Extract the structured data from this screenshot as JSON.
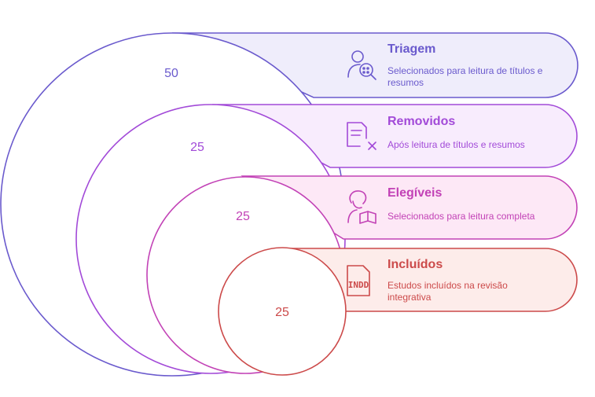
{
  "stages": [
    {
      "key": "triagem",
      "count": "50",
      "title": "Triagem",
      "desc_lines": [
        "Selecionados para leitura de títulos e",
        "resumos"
      ],
      "icon": "person-search-icon",
      "color": "#6a5acd",
      "fill": "#efedfb"
    },
    {
      "key": "removidos",
      "count": "25",
      "title": "Removidos",
      "desc_lines": [
        "Após leitura de títulos e resumos"
      ],
      "icon": "document-remove-icon",
      "color": "#a24ad8",
      "fill": "#f8ecfd"
    },
    {
      "key": "elegiveis",
      "count": "25",
      "title": "Elegíveis",
      "desc_lines": [
        "Selecionados para leitura completa"
      ],
      "icon": "person-reading-icon",
      "color": "#c242b6",
      "fill": "#fde8f6"
    },
    {
      "key": "incluidos",
      "count": "25",
      "title": "Incluídos",
      "desc_lines": [
        "Estudos incluídos na revisão",
        "integrativa"
      ],
      "icon": "indd-file-icon",
      "icon_text": "INDD",
      "color": "#cc4a4a",
      "fill": "#fdecea"
    }
  ]
}
